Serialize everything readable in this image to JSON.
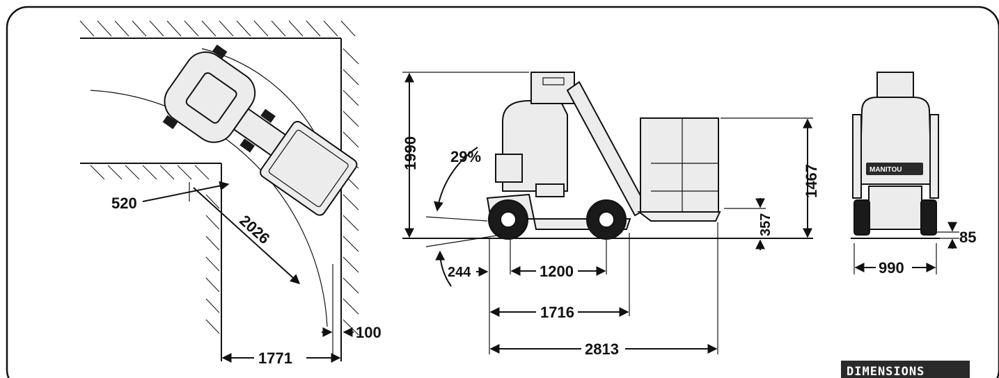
{
  "dimensions": {
    "turn_inner_radius": "520",
    "turn_outer_radius": "2026",
    "aisle_width": "1771",
    "wall_clearance": "100",
    "max_height": "1990",
    "gradeability": "29%",
    "platform_height": "1467",
    "platform_floor": "357",
    "overhang_front": "244",
    "wheelbase": "1200",
    "length_chassis": "1716",
    "length_total": "2813",
    "width": "990",
    "ground_clearance": "85"
  },
  "logo": {
    "text": "MANITOU"
  },
  "section_tag": {
    "label": "DIMENSIONS"
  }
}
